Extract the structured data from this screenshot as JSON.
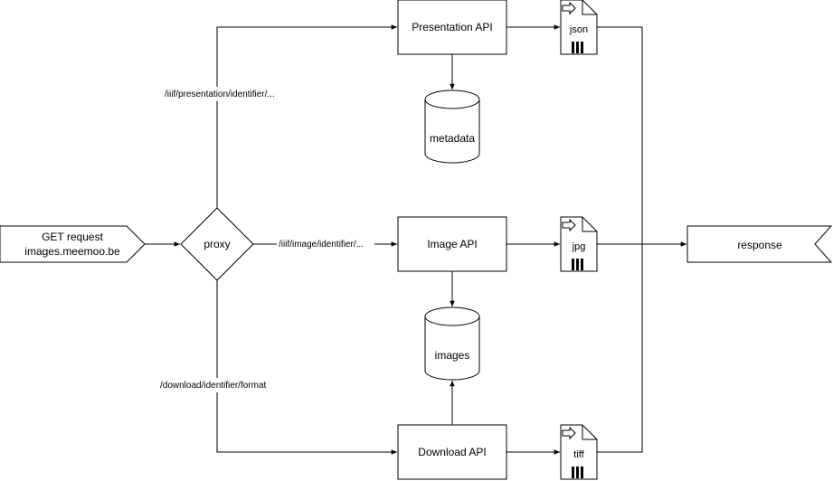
{
  "diagram": {
    "source": {
      "line1": "GET request",
      "line2": "images.meemoo.be"
    },
    "proxy": {
      "label": "proxy"
    },
    "edges": {
      "presentation_path": "/iiif/presentation/identifier/...",
      "image_path": "/iiif/image/identifier/...",
      "download_path": "/download/identifier/format"
    },
    "services": {
      "presentation": "Presentation API",
      "image": "Image API",
      "download": "Download API"
    },
    "stores": {
      "metadata": "metadata",
      "images": "images"
    },
    "formats": {
      "json": "json",
      "jpg": "jpg",
      "tiff": "tiff"
    },
    "response": {
      "label": "response"
    }
  }
}
